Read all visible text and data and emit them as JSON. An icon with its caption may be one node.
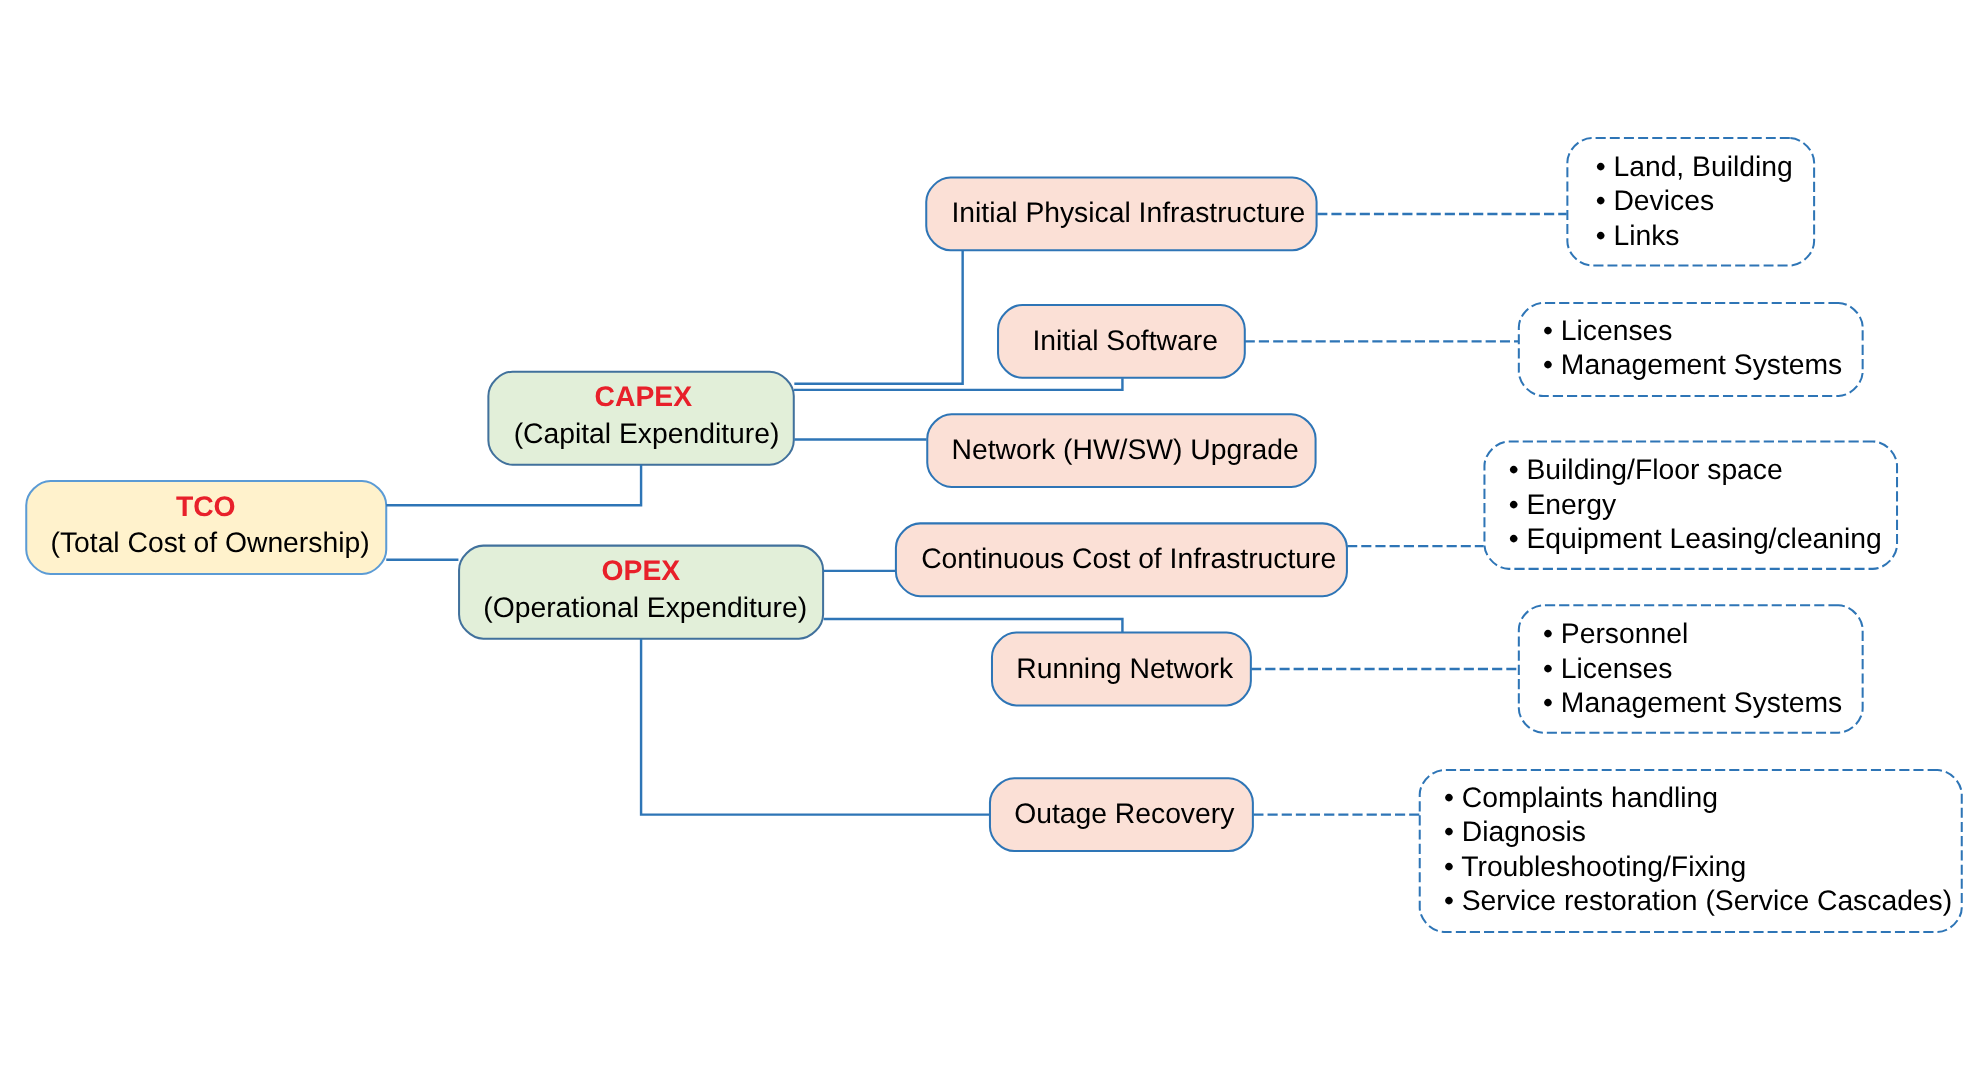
{
  "diagram": {
    "nodes": [
      {
        "text": [
          "TCO",
          "(Total Cost of Ownership)"
        ]
      },
      {
        "text": [
          "CAPEX",
          "(Capital Expenditure)"
        ]
      },
      {
        "text": [
          "Initial Physical Infrastructure"
        ]
      },
      {
        "text": [
          "• Land, Building",
          "• Devices",
          "• Links"
        ]
      },
      {
        "text": [
          "Initial Software"
        ]
      },
      {
        "text": [
          "• Licenses",
          "• Management Systems"
        ]
      },
      {
        "text": [
          "Network (HW/SW) Upgrade"
        ]
      },
      {
        "text": [
          "OPEX",
          "(Operational Expenditure)"
        ]
      },
      {
        "text": [
          "Continuous Cost of Infrastructure"
        ]
      },
      {
        "text": [
          "• Building/Floor space",
          "• Energy",
          "• Equipment Leasing/cleaning"
        ]
      },
      {
        "text": [
          "Running Network"
        ]
      },
      {
        "text": [
          "• Personnel",
          "• Licenses",
          "• Management Systems"
        ]
      },
      {
        "text": [
          "Outage Recovery"
        ]
      },
      {
        "text": [
          "• Complaints handling",
          "• Diagnosis",
          "• Troubleshooting/Fixing",
          "• Service restoration (Service Cascades)"
        ]
      }
    ],
    "edges": [
      {
        "from": 0,
        "to": 1,
        "arrow": "none"
      },
      {
        "from": 0,
        "to": 7,
        "arrow": "none"
      },
      {
        "from": 1,
        "to": 2,
        "arrow": "none"
      },
      {
        "from": 1,
        "to": 4,
        "arrow": "none"
      },
      {
        "from": 1,
        "to": 6,
        "arrow": "none"
      },
      {
        "from": 2,
        "to": 3,
        "arrow": "none",
        "style": "dashed"
      },
      {
        "from": 4,
        "to": 5,
        "arrow": "none",
        "style": "dashed"
      },
      {
        "from": 7,
        "to": 8,
        "arrow": "none"
      },
      {
        "from": 7,
        "to": 10,
        "arrow": "none"
      },
      {
        "from": 7,
        "to": 12,
        "arrow": "none"
      },
      {
        "from": 8,
        "to": 9,
        "arrow": "none",
        "style": "dashed"
      },
      {
        "from": 10,
        "to": 11,
        "arrow": "none",
        "style": "dashed"
      },
      {
        "from": 12,
        "to": 13,
        "arrow": "none",
        "style": "dashed"
      }
    ]
  }
}
